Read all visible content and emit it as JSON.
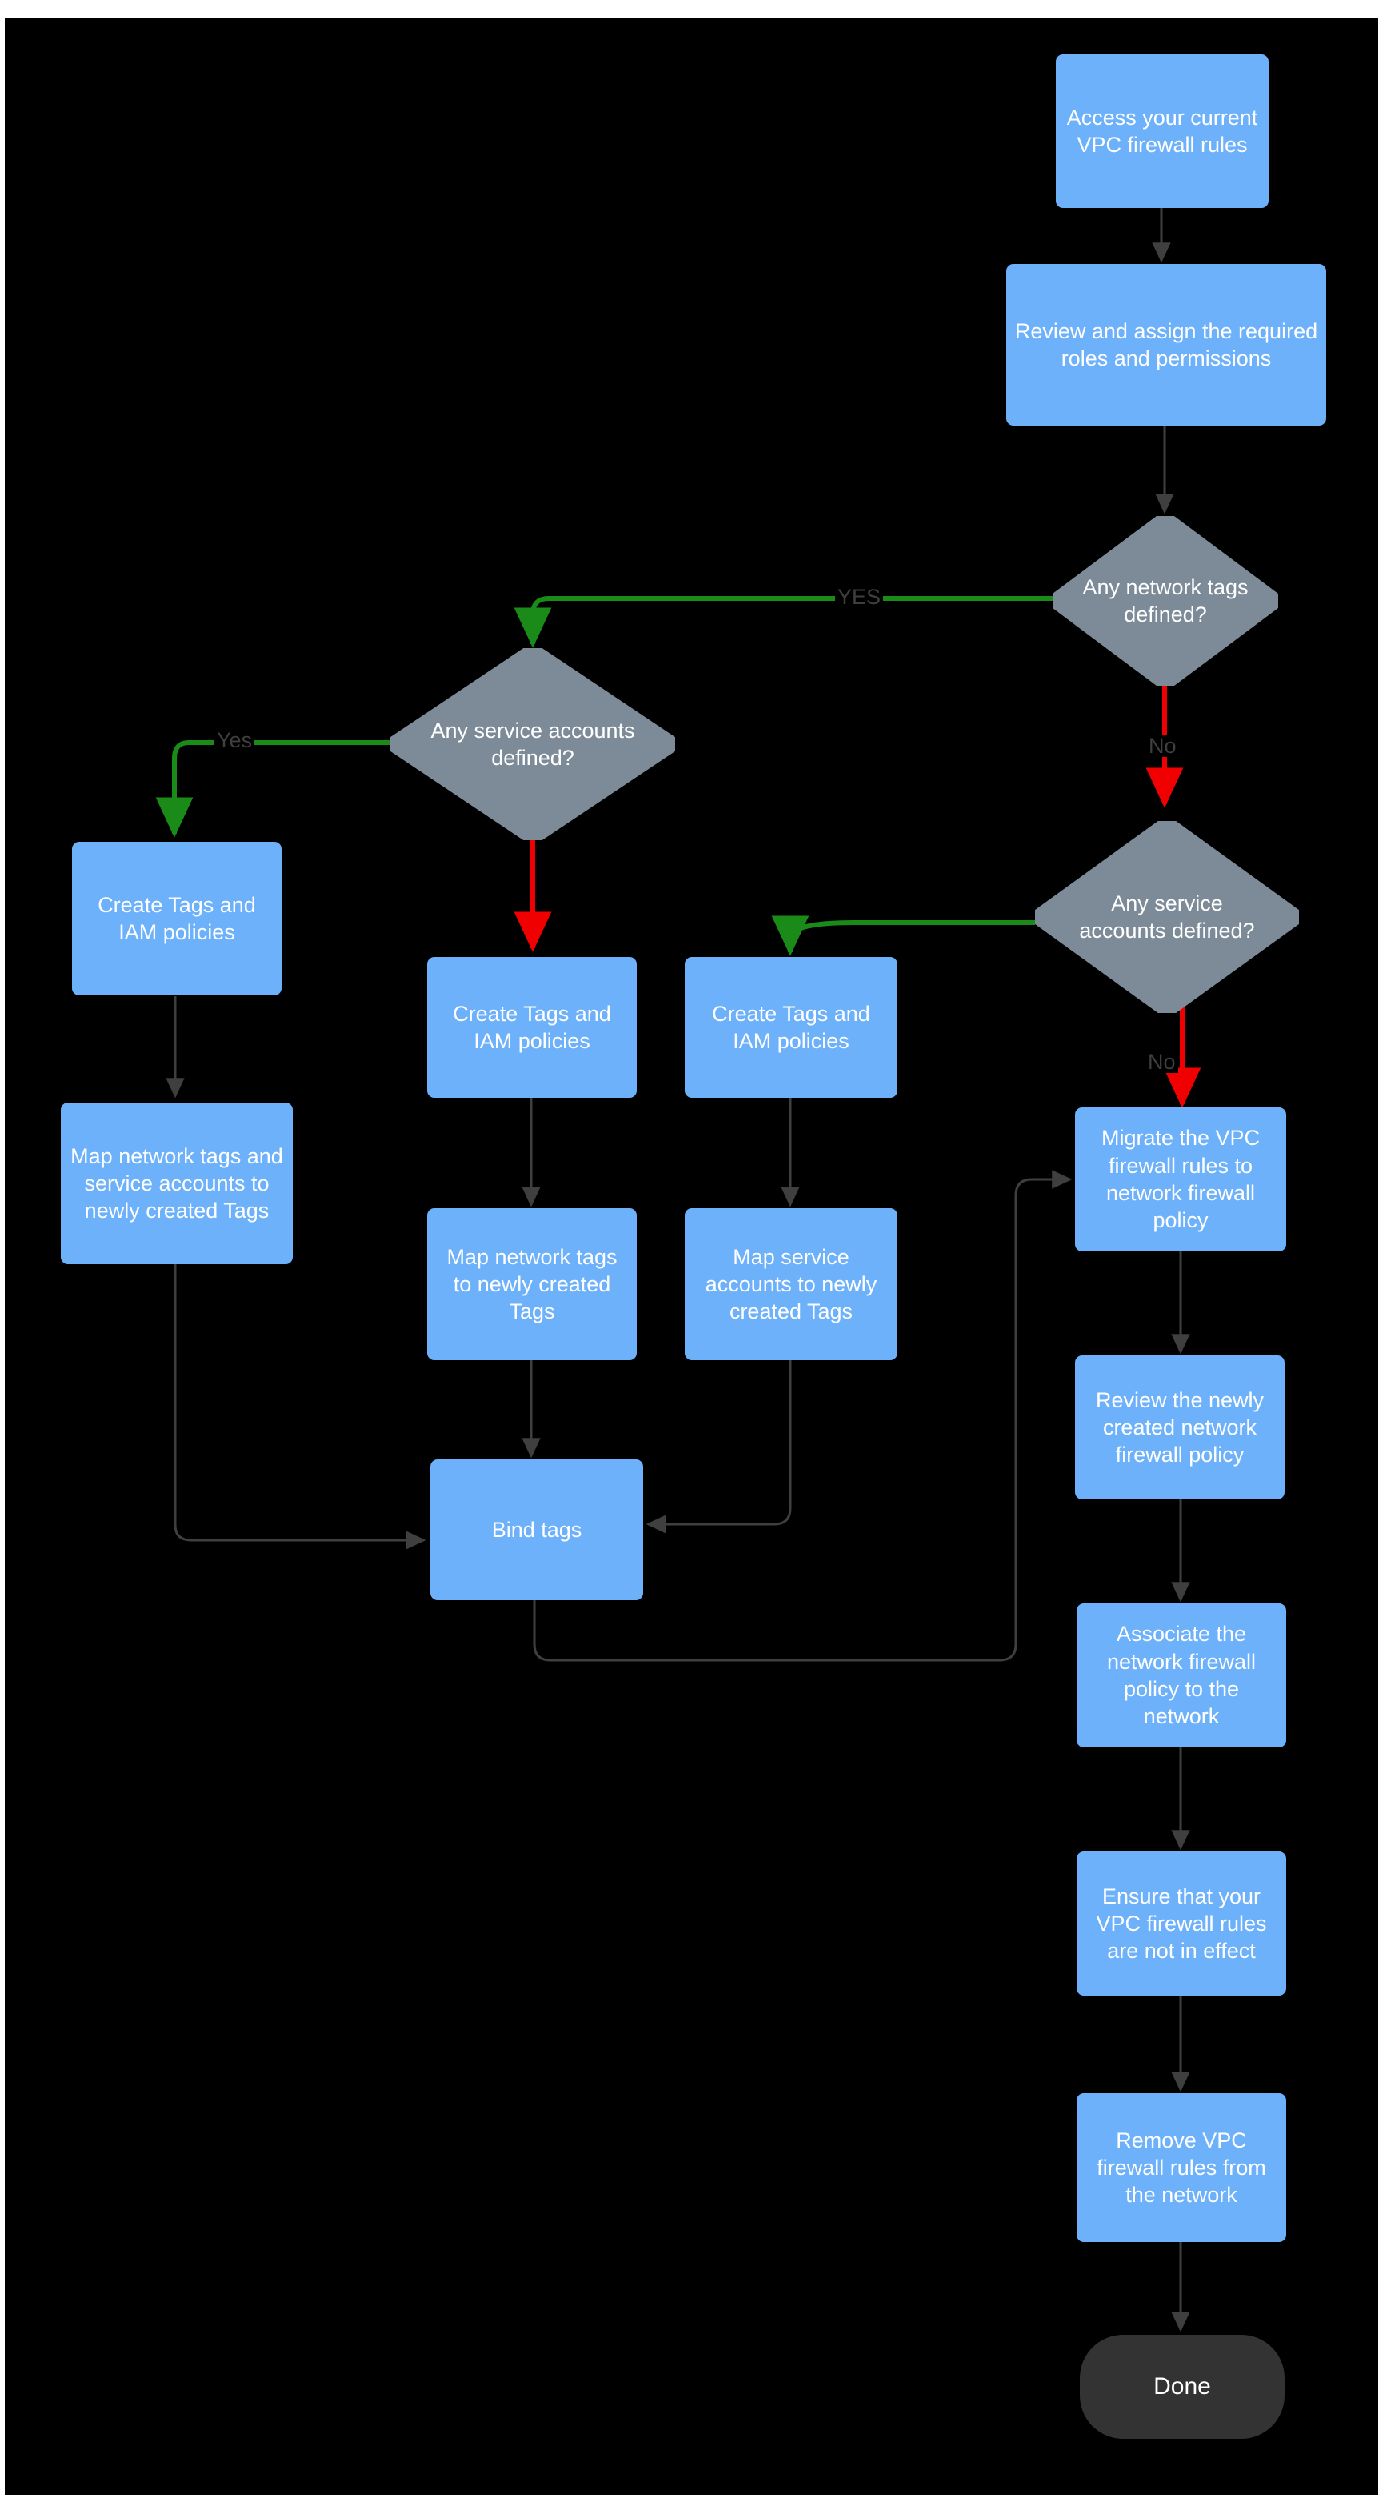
{
  "diagram": {
    "title": "VPC firewall rules to network firewall policy migration flowchart",
    "colors": {
      "background": "#000000",
      "process_fill": "#6eb1fb",
      "decision_fill": "#7d8b99",
      "terminator_fill": "#333333",
      "edge_default": "#3f3f3f",
      "edge_yes": "#1a8a18",
      "edge_no": "#f00000",
      "node_text": "#ffffff",
      "label_text": "#3f3f3f"
    },
    "nodes": [
      {
        "id": "access",
        "type": "process",
        "label": "Access your current VPC firewall rules"
      },
      {
        "id": "review_roles",
        "type": "process",
        "label": "Review and assign the required roles and permissions"
      },
      {
        "id": "tags_q",
        "type": "decision",
        "label": "Any network tags defined?"
      },
      {
        "id": "svc_q_left",
        "type": "decision",
        "label": "Any service accounts defined?"
      },
      {
        "id": "svc_q_right",
        "type": "decision",
        "label": "Any service accounts defined?"
      },
      {
        "id": "create_left",
        "type": "process",
        "label": "Create Tags and IAM policies"
      },
      {
        "id": "create_mid",
        "type": "process",
        "label": "Create Tags and IAM policies"
      },
      {
        "id": "create_right",
        "type": "process",
        "label": "Create Tags and IAM policies"
      },
      {
        "id": "map_both",
        "type": "process",
        "label": "Map network tags and service accounts to newly created Tags"
      },
      {
        "id": "map_net",
        "type": "process",
        "label": "Map network tags to newly created Tags"
      },
      {
        "id": "map_svc",
        "type": "process",
        "label": "Map service accounts  to newly created Tags"
      },
      {
        "id": "bind",
        "type": "process",
        "label": "Bind tags"
      },
      {
        "id": "migrate",
        "type": "process",
        "label": "Migrate the VPC firewall rules to network firewall policy"
      },
      {
        "id": "review_policy",
        "type": "process",
        "label": "Review the newly created network firewall policy"
      },
      {
        "id": "associate",
        "type": "process",
        "label": "Associate the network firewall policy to the network"
      },
      {
        "id": "ensure",
        "type": "process",
        "label": "Ensure that your VPC firewall rules are not in effect"
      },
      {
        "id": "remove",
        "type": "process",
        "label": "Remove  VPC firewall rules from the network"
      },
      {
        "id": "done",
        "type": "terminator",
        "label": "Done"
      }
    ],
    "edge_labels": {
      "tags_yes": "YES",
      "tags_no": "No",
      "svc_left_yes": "Yes",
      "svc_right_no": "No"
    },
    "edges": [
      {
        "from": "access",
        "to": "review_roles",
        "kind": "default",
        "label": ""
      },
      {
        "from": "review_roles",
        "to": "tags_q",
        "kind": "default",
        "label": ""
      },
      {
        "from": "tags_q",
        "to": "svc_q_left",
        "kind": "yes",
        "label": "YES"
      },
      {
        "from": "tags_q",
        "to": "svc_q_right",
        "kind": "no",
        "label": "No"
      },
      {
        "from": "svc_q_left",
        "to": "create_left",
        "kind": "yes",
        "label": "Yes"
      },
      {
        "from": "svc_q_left",
        "to": "create_mid",
        "kind": "no",
        "label": ""
      },
      {
        "from": "svc_q_right",
        "to": "create_right",
        "kind": "yes",
        "label": ""
      },
      {
        "from": "svc_q_right",
        "to": "migrate",
        "kind": "no",
        "label": "No"
      },
      {
        "from": "create_left",
        "to": "map_both",
        "kind": "default",
        "label": ""
      },
      {
        "from": "create_mid",
        "to": "map_net",
        "kind": "default",
        "label": ""
      },
      {
        "from": "create_right",
        "to": "map_svc",
        "kind": "default",
        "label": ""
      },
      {
        "from": "map_both",
        "to": "bind",
        "kind": "default",
        "label": ""
      },
      {
        "from": "map_net",
        "to": "bind",
        "kind": "default",
        "label": ""
      },
      {
        "from": "map_svc",
        "to": "bind",
        "kind": "default",
        "label": ""
      },
      {
        "from": "bind",
        "to": "migrate",
        "kind": "default",
        "label": ""
      },
      {
        "from": "migrate",
        "to": "review_policy",
        "kind": "default",
        "label": ""
      },
      {
        "from": "review_policy",
        "to": "associate",
        "kind": "default",
        "label": ""
      },
      {
        "from": "associate",
        "to": "ensure",
        "kind": "default",
        "label": ""
      },
      {
        "from": "ensure",
        "to": "remove",
        "kind": "default",
        "label": ""
      },
      {
        "from": "remove",
        "to": "done",
        "kind": "default",
        "label": ""
      }
    ]
  }
}
